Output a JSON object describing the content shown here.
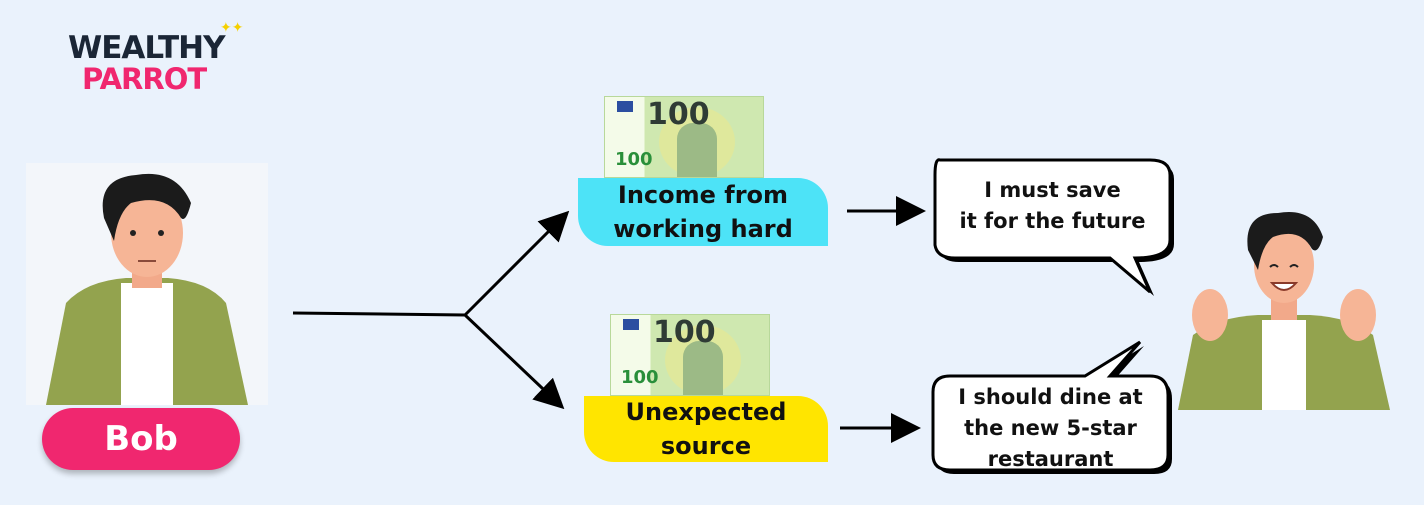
{
  "logo": {
    "line1": "WEALTHY",
    "line2": "PARROT"
  },
  "person": {
    "name": "Bob"
  },
  "branches": [
    {
      "label": "Income from working hard",
      "line1": "Income from",
      "line2": "working hard",
      "color": "#4de3f7",
      "thought": {
        "line1": "I must save",
        "line2": "it for the future"
      }
    },
    {
      "label": "Unexpected source",
      "line1": "Unexpected",
      "line2": "source",
      "color": "#ffe500",
      "thought": {
        "line1": "I should dine at",
        "line2": "the new 5-star",
        "line3": "restaurant"
      }
    }
  ],
  "banknote": {
    "value": "100",
    "small_value": "100"
  },
  "colors": {
    "background": "#eaf2fc",
    "accent": "#f0276f"
  }
}
